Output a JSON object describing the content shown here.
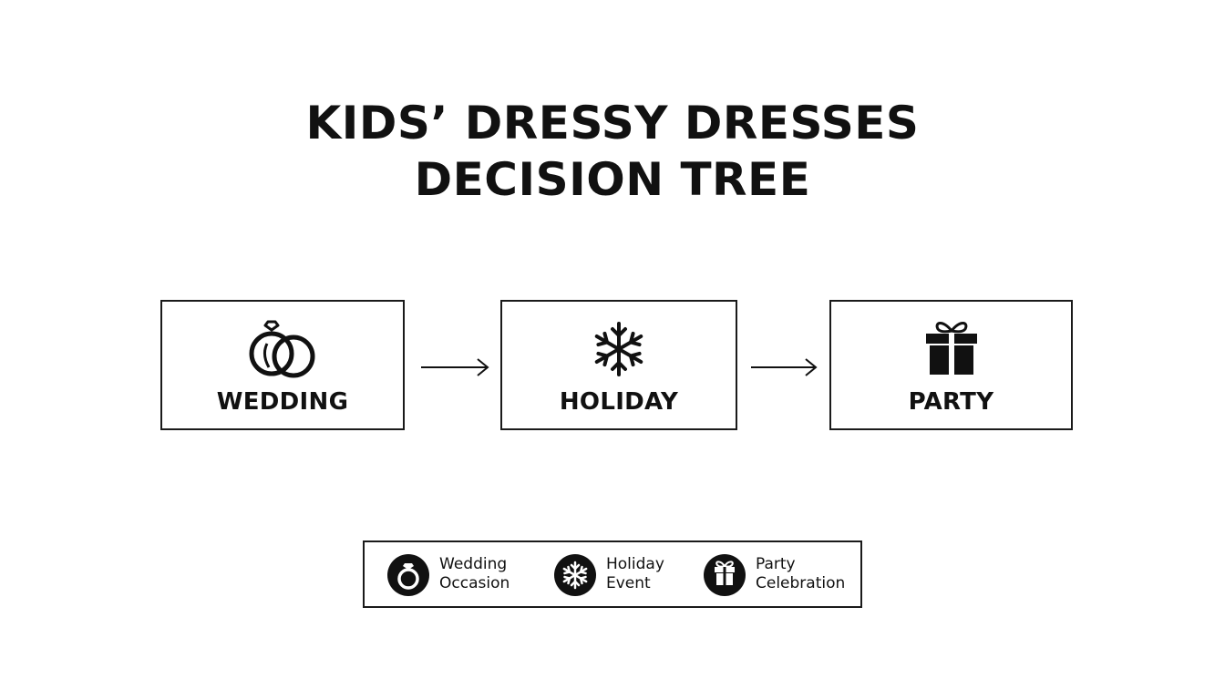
{
  "title": {
    "line1": "KIDS’ DRESSY DRESSES",
    "line2": "DECISION TREE"
  },
  "nodes": [
    {
      "label": "WEDDING",
      "icon": "wedding-rings-icon"
    },
    {
      "label": "HOLIDAY",
      "icon": "snowflake-icon"
    },
    {
      "label": "PARTY",
      "icon": "gift-box-icon"
    }
  ],
  "legend": {
    "items": [
      {
        "line1": "Wedding",
        "line2": "Occasion",
        "icon": "ring-icon"
      },
      {
        "line1": "Holiday",
        "line2": "Event",
        "icon": "snowflake-icon"
      },
      {
        "line1": "Party",
        "line2": "Celebration",
        "icon": "gift-icon"
      }
    ]
  },
  "colors": {
    "ink": "#111111",
    "border": "#1a1a1a",
    "background": "#ffffff"
  }
}
